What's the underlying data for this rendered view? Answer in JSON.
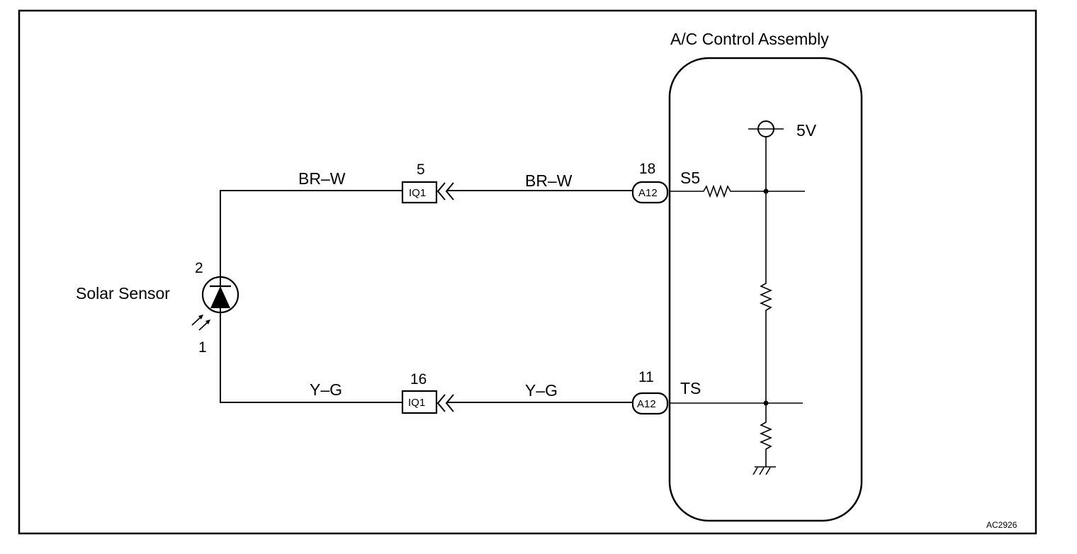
{
  "diagram": {
    "assembly_title": "A/C Control Assembly",
    "sensor_label": "Solar Sensor",
    "sensor_pin_top": "2",
    "sensor_pin_bottom": "1",
    "voltage_label": "5V",
    "figure_code": "AC2926",
    "upper_circuit": {
      "wire_left": "BR–W",
      "wire_right": "BR–W",
      "junction_pin": "5",
      "junction_connector": "IQ1",
      "ecu_pin": "18",
      "ecu_connector": "A12",
      "terminal": "S5"
    },
    "lower_circuit": {
      "wire_left": "Y–G",
      "wire_right": "Y–G",
      "junction_pin": "16",
      "junction_connector": "IQ1",
      "ecu_pin": "11",
      "ecu_connector": "A12",
      "terminal": "TS"
    }
  }
}
